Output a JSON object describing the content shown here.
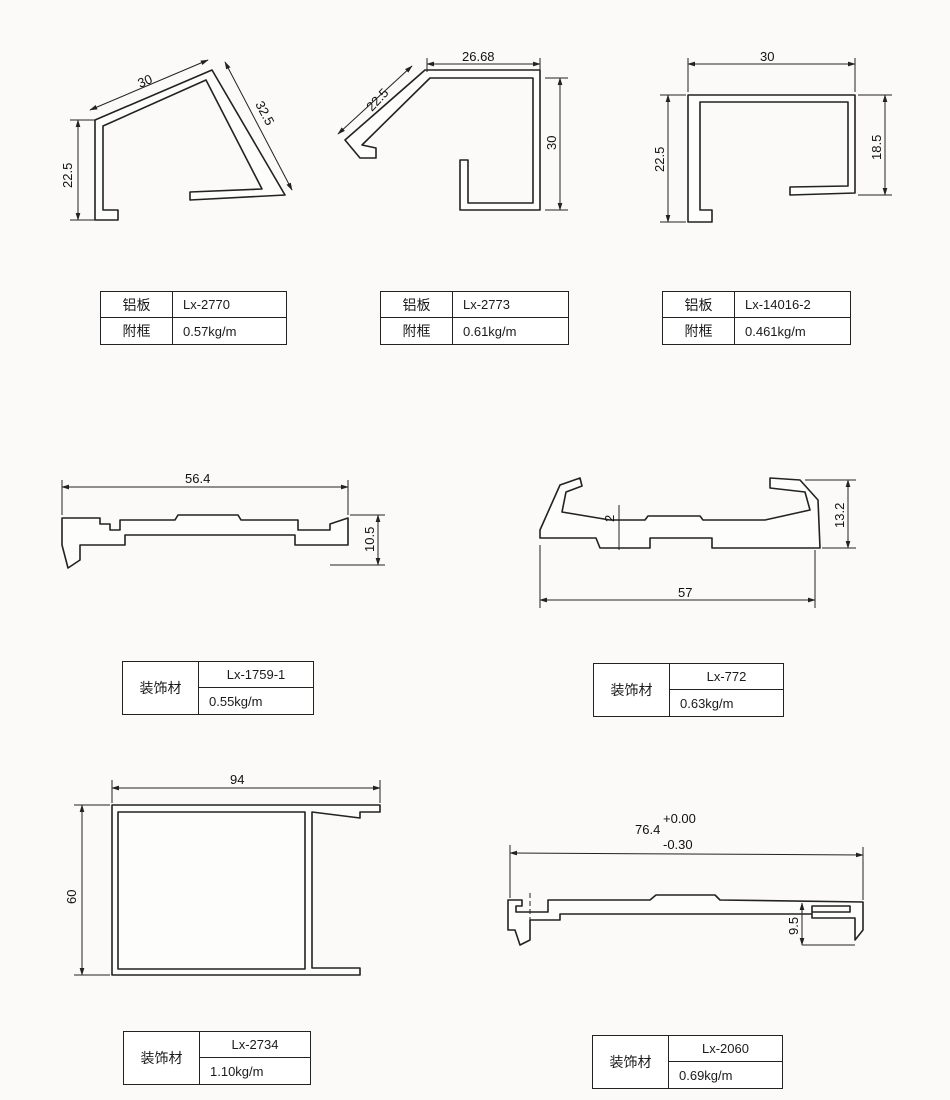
{
  "profiles": [
    {
      "category_top": "铝板",
      "category_bottom": "附框",
      "model": "Lx-2770",
      "weight": "0.57kg/m",
      "dims": [
        "30",
        "32.5",
        "22.5"
      ]
    },
    {
      "category_top": "铝板",
      "category_bottom": "附框",
      "model": "Lx-2773",
      "weight": "0.61kg/m",
      "dims": [
        "26.68",
        "22.5",
        "30"
      ]
    },
    {
      "category_top": "铝板",
      "category_bottom": "附框",
      "model": "Lx-14016-2",
      "weight": "0.461kg/m",
      "dims": [
        "30",
        "22.5",
        "18.5"
      ]
    },
    {
      "category": "装饰材",
      "model": "Lx-1759-1",
      "weight": "0.55kg/m",
      "dims": [
        "56.4",
        "10.5"
      ]
    },
    {
      "category": "装饰材",
      "model": "Lx-772",
      "weight": "0.63kg/m",
      "dims": [
        "57",
        "13.2",
        "2"
      ]
    },
    {
      "category": "装饰材",
      "model": "Lx-2734",
      "weight": "1.10kg/m",
      "dims": [
        "94",
        "60"
      ]
    },
    {
      "category": "装饰材",
      "model": "Lx-2060",
      "weight": "0.69kg/m",
      "dims": [
        "76.4",
        "+0.00",
        "-0.30",
        "9.5"
      ]
    }
  ]
}
